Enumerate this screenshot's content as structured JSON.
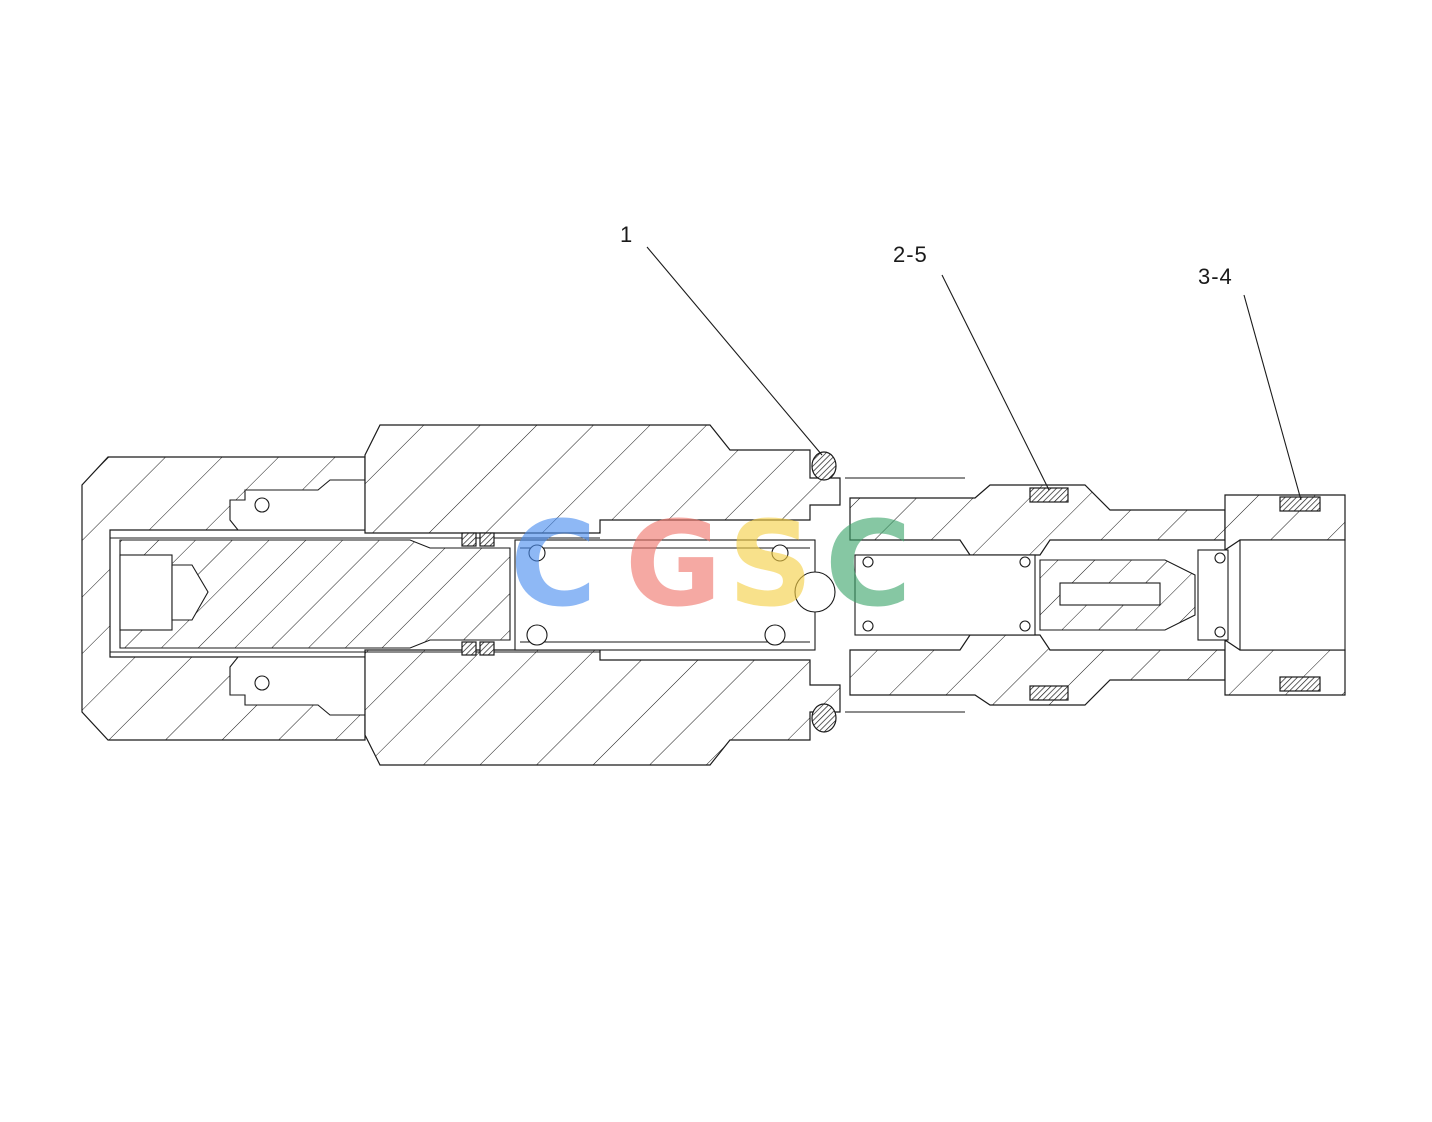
{
  "diagram": {
    "callouts": [
      {
        "id": "callout-1",
        "label": "1"
      },
      {
        "id": "callout-2-5",
        "label": "2-5"
      },
      {
        "id": "callout-3-4",
        "label": "3-4"
      }
    ]
  },
  "watermark": {
    "text": "CGSC",
    "letters": [
      {
        "char": "C",
        "color": "#4a8df0"
      },
      {
        "char": "G",
        "color": "#f0766c"
      },
      {
        "char": "S",
        "color": "#f5cf45"
      },
      {
        "char": "C",
        "color": "#3da56c"
      }
    ]
  }
}
